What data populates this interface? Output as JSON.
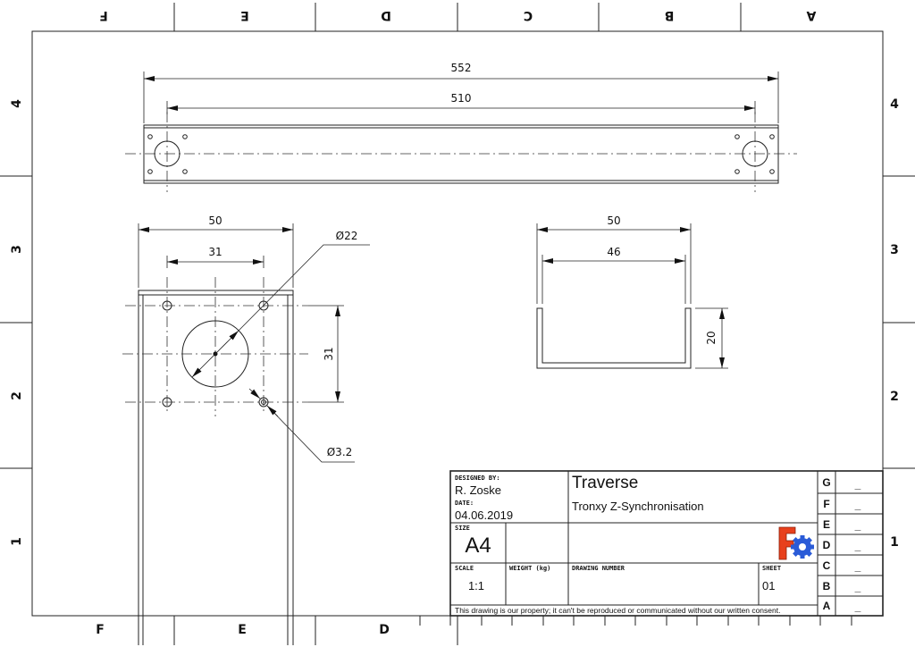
{
  "zones": {
    "top_letters": [
      "F",
      "E",
      "D",
      "C",
      "B",
      "A"
    ],
    "bottom_letters": [
      "F",
      "E",
      "D"
    ],
    "left_numbers": [
      "4",
      "3",
      "2",
      "1"
    ],
    "right_numbers": [
      "4",
      "3",
      "2",
      "1"
    ]
  },
  "dimensions": {
    "top_view_overall": "552",
    "top_view_holes": "510",
    "front_width": "50",
    "front_hole_spacing_h": "31",
    "front_hole_spacing_v": "31",
    "front_big_hole": "Ø22",
    "front_small_hole": "Ø3.2",
    "side_width_outer": "50",
    "side_width_inner": "46",
    "side_height": "20"
  },
  "title_block": {
    "designed_by_label": "DESIGNED BY:",
    "designed_by": "R. Zoske",
    "date_label": "DATE:",
    "date": "04.06.2019",
    "title": "Traverse",
    "subtitle": "Tronxy Z-Synchronisation",
    "size_label": "SIZE",
    "size": "A4",
    "scale_label": "SCALE",
    "scale": "1:1",
    "weight_label": "WEIGHT (kg)",
    "drawing_number_label": "DRAWING NUMBER",
    "sheet_label": "SHEET",
    "sheet": "01",
    "disclaimer": "This drawing is our property; it can't be reproduced or communicated without our written consent.",
    "revisions": [
      {
        "letter": "G",
        "value": "_"
      },
      {
        "letter": "F",
        "value": "_"
      },
      {
        "letter": "E",
        "value": "_"
      },
      {
        "letter": "D",
        "value": "_"
      },
      {
        "letter": "C",
        "value": "_"
      },
      {
        "letter": "B",
        "value": "_"
      },
      {
        "letter": "A",
        "value": "_"
      }
    ]
  },
  "logo": {
    "name": "freecad-logo",
    "text": "F",
    "colors": {
      "f": "#e8401c",
      "gear": "#2a5bd7"
    }
  }
}
